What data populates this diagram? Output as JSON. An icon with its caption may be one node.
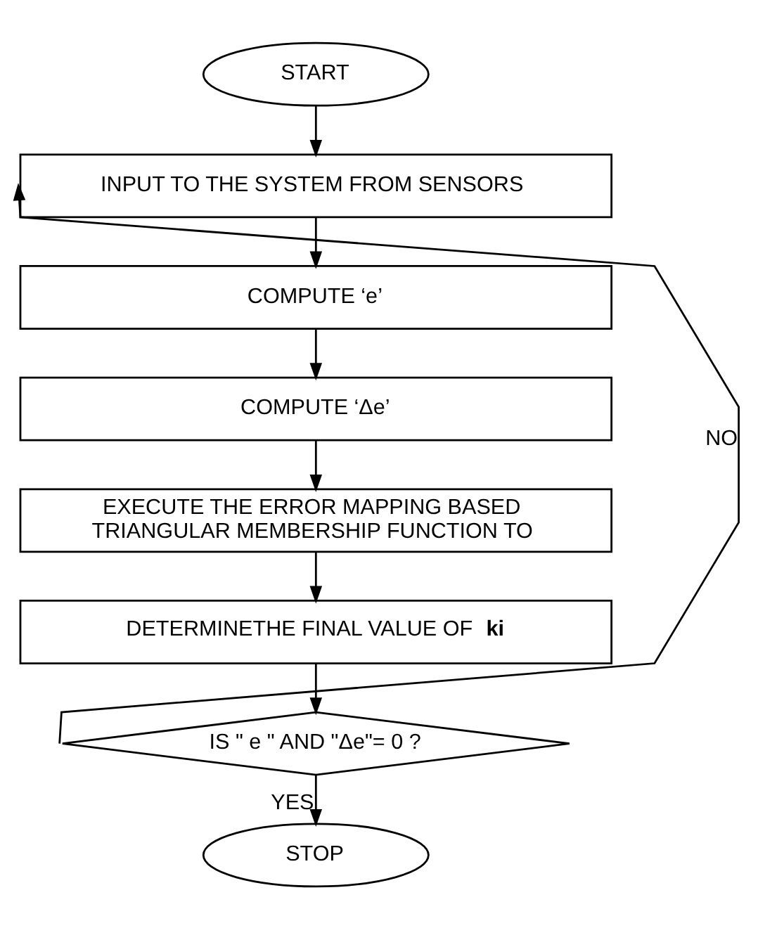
{
  "diagram": {
    "nodes": [
      {
        "text": [
          "START"
        ]
      },
      {
        "text": [
          "INPUT TO THE SYSTEM FROM SENSORS"
        ]
      },
      {
        "text": [
          "COMPUTE ‘e’"
        ]
      },
      {
        "text": [
          "COMPUTE ‘Δe’"
        ]
      },
      {
        "text": [
          "EXECUTE THE ERROR MAPPING BASED TRIANGULAR MEMBERSHIP FUNCTION TO"
        ]
      },
      {
        "text": [
          "DETERMINETHE FINAL VALUE OF **ki**"
        ]
      },
      {
        "text": [
          "IS \" e \" AND \"Δe\"= 0 ?"
        ]
      },
      {
        "text": [
          "STOP"
        ]
      }
    ],
    "edges": [
      {
        "from": 0,
        "to": 1,
        "arrow": "to"
      },
      {
        "from": 1,
        "to": 2,
        "arrow": "to"
      },
      {
        "from": 2,
        "to": 3,
        "arrow": "to"
      },
      {
        "from": 3,
        "to": 4,
        "arrow": "to"
      },
      {
        "from": 4,
        "to": 5,
        "arrow": "to"
      },
      {
        "from": 5,
        "to": 6,
        "arrow": "to"
      },
      {
        "from": 6,
        "to": 7,
        "label": "YES",
        "arrow": "to"
      },
      {
        "from": 6,
        "to": 1,
        "label": "NO",
        "arrow": "to"
      }
    ]
  }
}
